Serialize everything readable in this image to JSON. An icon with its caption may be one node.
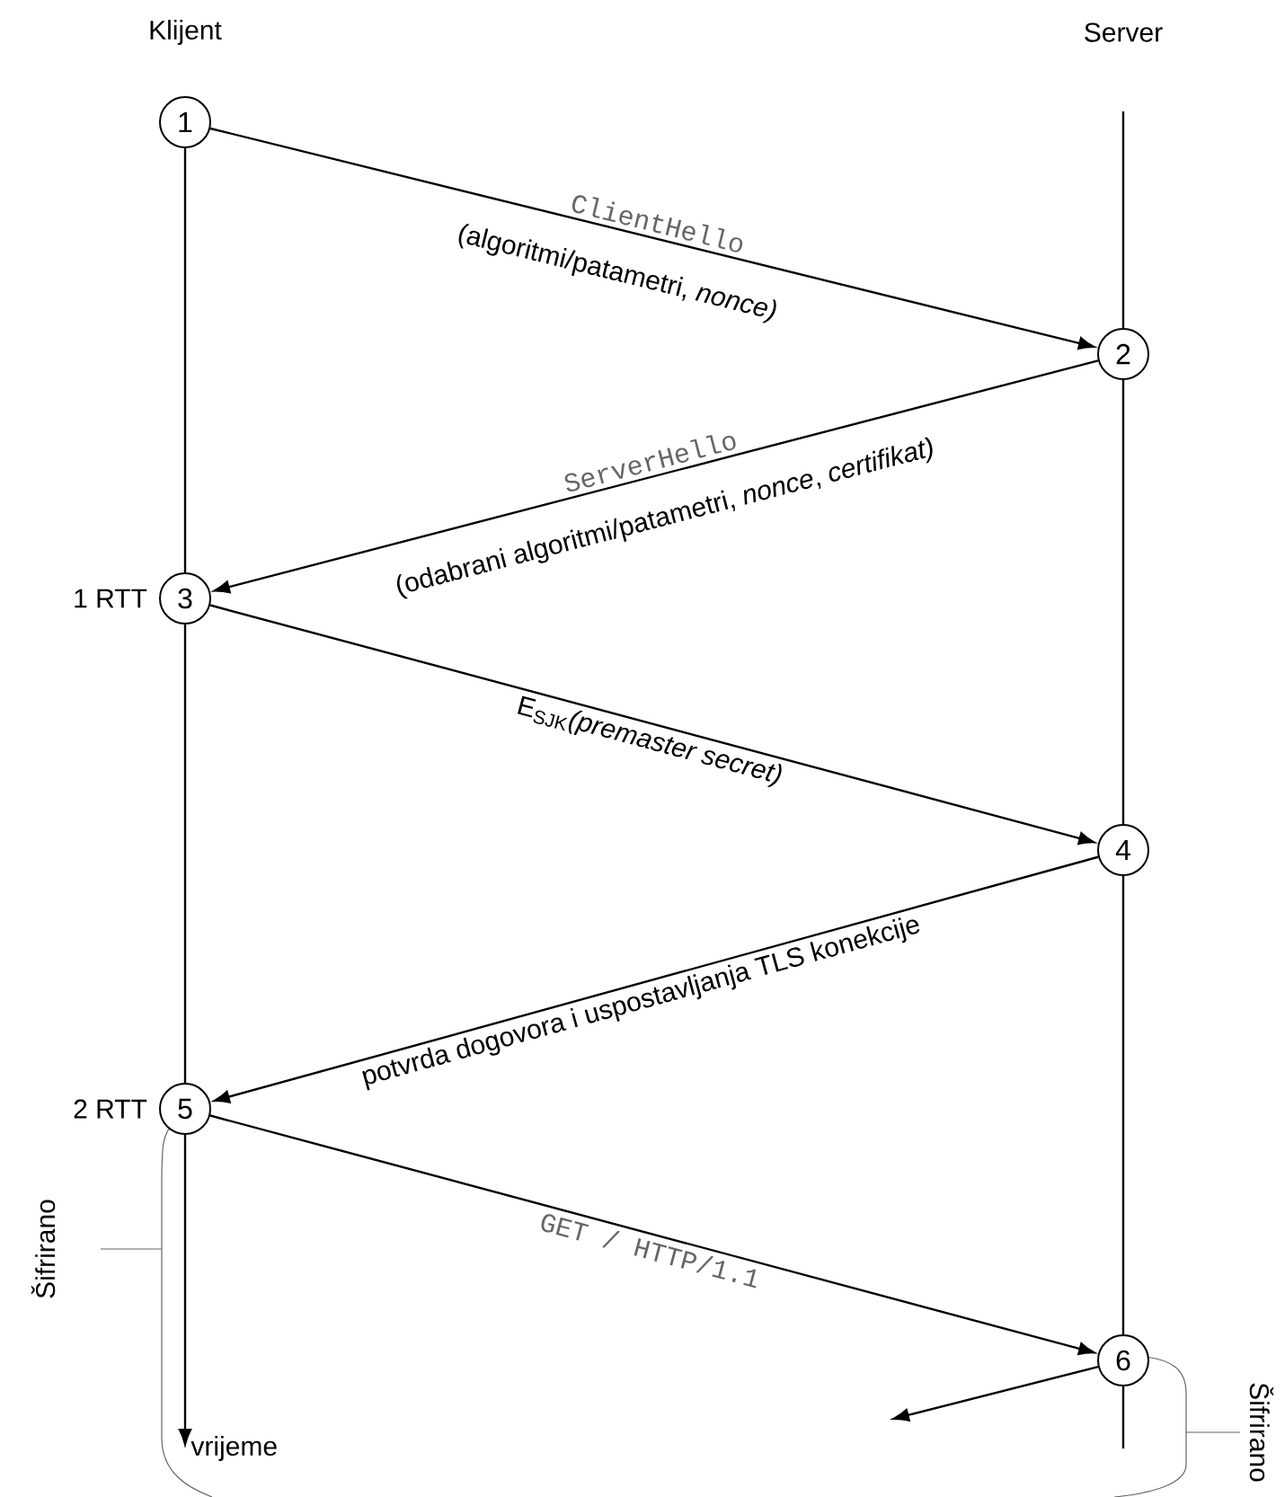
{
  "diagram": {
    "nodes": [
      {
        "text": [
          "1"
        ]
      },
      {
        "text": [
          "2"
        ]
      },
      {
        "text": [
          "3"
        ],
        "beside": [
          "1 RTT"
        ]
      },
      {
        "text": [
          "4"
        ]
      },
      {
        "text": [
          "5"
        ],
        "beside": [
          "2 RTT"
        ]
      },
      {
        "text": [
          "6"
        ]
      }
    ],
    "edges": [
      {
        "from": 0,
        "to": 1,
        "arrow": "to",
        "label": "ClientHello"
      },
      {
        "from": 1,
        "to": 2,
        "arrow": "to",
        "label": "ServerHello"
      },
      {
        "from": 2,
        "to": 3,
        "arrow": "to",
        "label": "E$_{SJK}$*(premaster secret)*"
      },
      {
        "from": 3,
        "to": 4,
        "arrow": "to",
        "label": "potvrda dogovora i uspostavljanja TLS konekcije"
      },
      {
        "from": 4,
        "to": 5,
        "arrow": "to",
        "label": "GET / HTTP/1.1"
      },
      {
        "from": 5,
        "to": null,
        "arrow": "to"
      },
      {
        "from": 0,
        "to": 2,
        "arrow": "none"
      },
      {
        "from": 2,
        "to": 4,
        "arrow": "none"
      },
      {
        "from": 4,
        "to": null,
        "arrow": "to",
        "label": "vrijeme"
      },
      {
        "from": null,
        "to": 1,
        "arrow": "none"
      },
      {
        "from": 1,
        "to": 3,
        "arrow": "none"
      },
      {
        "from": 3,
        "to": 5,
        "arrow": "none"
      },
      {
        "from": 5,
        "to": null,
        "arrow": "none"
      }
    ],
    "labels": [
      "Klijent",
      "Server",
      "(algoritmi/patametri, *nonce)*",
      "(odabrani algoritmi/patametri, *nonce*, *certifikat)*",
      "Šifrirano",
      "Šifrirano"
    ]
  }
}
